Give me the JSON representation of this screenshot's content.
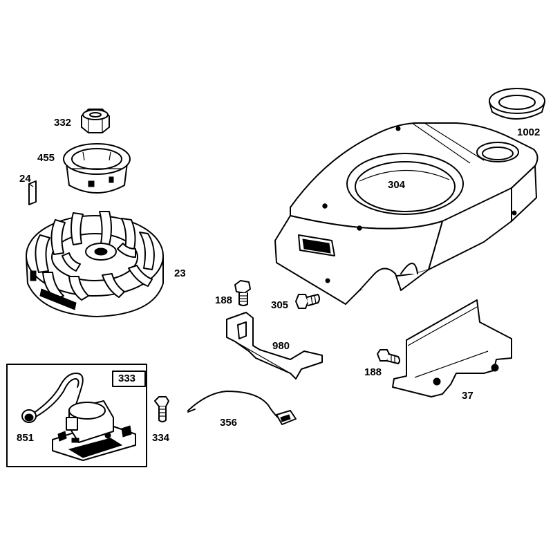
{
  "parts": {
    "flywheel_nut": "332",
    "starter_cup": "455",
    "flywheel_key": "24",
    "flywheel": "23",
    "blower_housing": "304",
    "grommet": "1002",
    "screw_188_left": "188",
    "screw_305": "305",
    "bracket": "980",
    "screw_188_right": "188",
    "shield": "37",
    "armature_kit": "333",
    "spark_plug_boot": "851",
    "screw_334": "334",
    "ground_wire": "356"
  }
}
